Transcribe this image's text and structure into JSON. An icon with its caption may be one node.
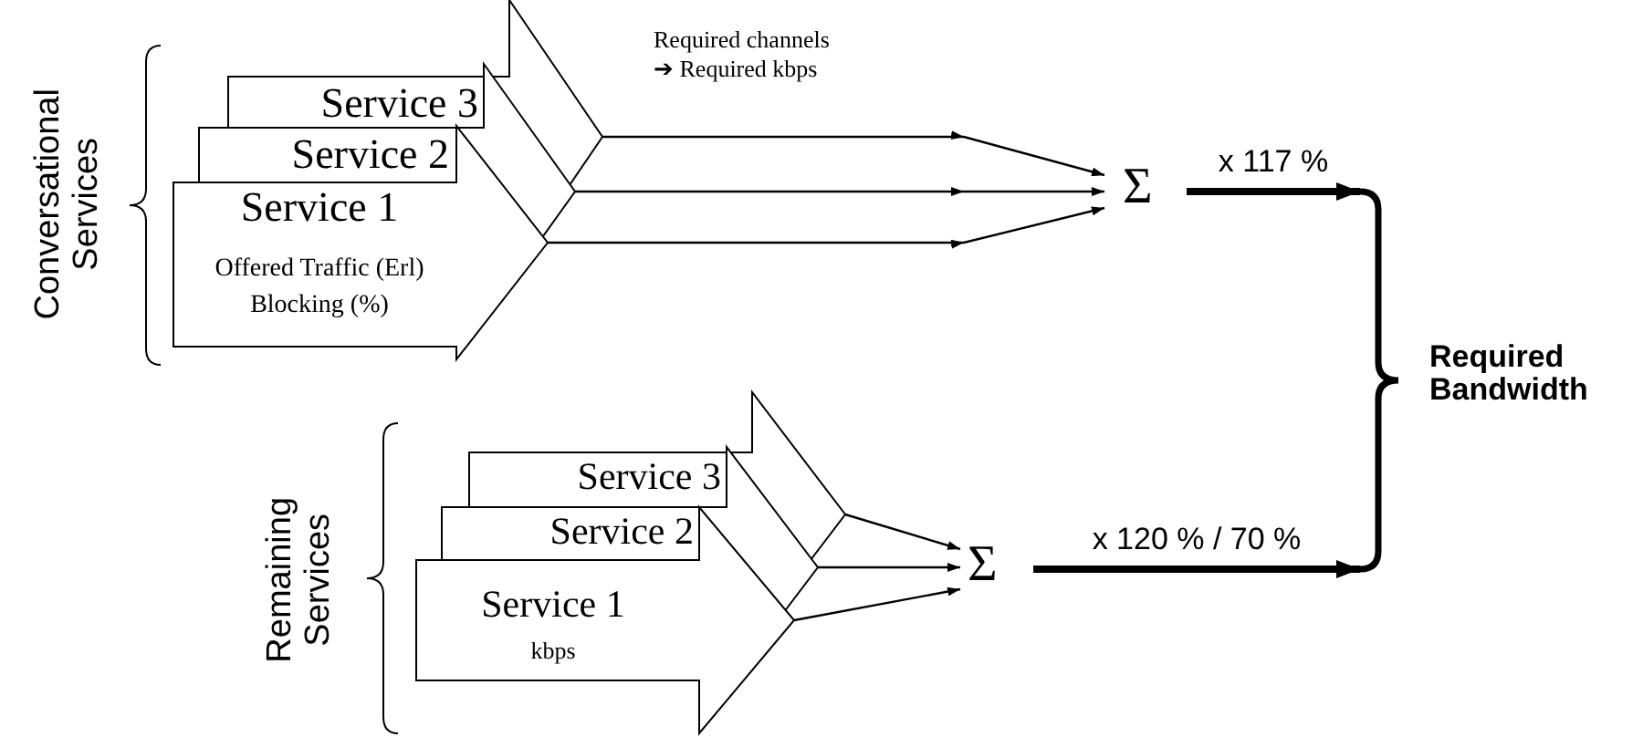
{
  "diagram": {
    "nodes": [
      {
        "text": [
          "Conversational Services"
        ]
      },
      {
        "text": [
          "Service 3"
        ]
      },
      {
        "text": [
          "Service 2"
        ]
      },
      {
        "text": [
          "Service 1",
          "Offered Traffic (Erl)",
          "Blocking (%)"
        ]
      },
      {
        "text": [
          "Σ"
        ]
      },
      {
        "text": [
          "Remaining Services"
        ]
      },
      {
        "text": [
          "Service 3"
        ]
      },
      {
        "text": [
          "Service 2"
        ]
      },
      {
        "text": [
          "Service 1",
          "kbps"
        ]
      },
      {
        "text": [
          "Σ"
        ]
      },
      {
        "text": [
          "Required Bandwidth"
        ]
      }
    ],
    "edges": [
      {
        "from": 1,
        "to": 4,
        "arrow": "to"
      },
      {
        "from": 2,
        "to": 4,
        "arrow": "to"
      },
      {
        "from": 3,
        "to": 4,
        "arrow": "to"
      },
      {
        "from": 6,
        "to": 9,
        "arrow": "to"
      },
      {
        "from": 7,
        "to": 9,
        "arrow": "to"
      },
      {
        "from": 8,
        "to": 9,
        "arrow": "to"
      },
      {
        "from": 4,
        "to": 10,
        "arrow": "to",
        "label": "x 117 %",
        "style": "thick"
      },
      {
        "from": 9,
        "to": 10,
        "arrow": "to",
        "label": "x 120 % / 70 %",
        "style": "thick"
      }
    ],
    "labels": [
      "Required channels ➔ Required kbps"
    ]
  }
}
